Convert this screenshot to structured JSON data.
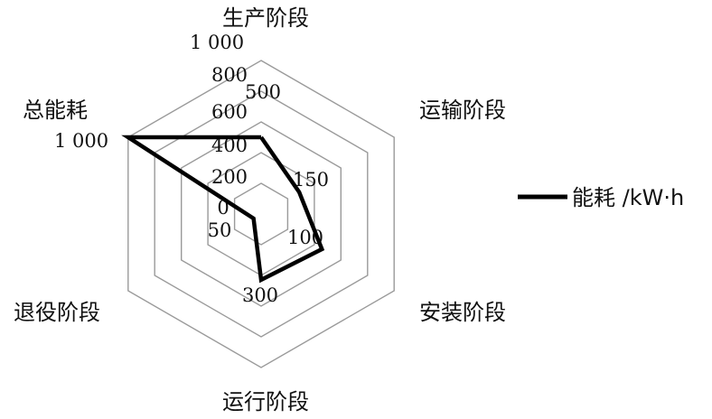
{
  "chart_data": {
    "type": "radar",
    "axes": [
      "生产阶段",
      "运输阶段",
      "安装阶段",
      "运行阶段",
      "退役阶段",
      "总能耗"
    ],
    "series": [
      {
        "name": "能耗 /kW·h",
        "values": [
          500,
          50,
          80,
          300,
          10,
          1000
        ]
      }
    ],
    "axis_ranges": [
      [
        0,
        1000
      ],
      [
        0,
        175
      ],
      [
        0,
        175
      ],
      [
        0,
        700
      ],
      [
        0,
        175
      ],
      [
        0,
        1000
      ]
    ],
    "grid_rings": 5,
    "tick_labels": [
      {
        "axis": "生产阶段",
        "labels": [
          "0",
          "200",
          "400",
          "600",
          "800",
          "1 000"
        ]
      },
      {
        "axis": "生产阶段",
        "labels": [
          "500"
        ]
      },
      {
        "axis": "运输阶段",
        "labels": [
          "150"
        ]
      },
      {
        "axis": "安装阶段",
        "labels": [
          "100"
        ]
      },
      {
        "axis": "运行阶段",
        "labels": [
          "300"
        ]
      },
      {
        "axis": "退役阶段",
        "labels": [
          "50"
        ]
      },
      {
        "axis": "总能耗",
        "labels": [
          "1 000"
        ]
      }
    ],
    "legend_position": "right",
    "grid": true,
    "line_color": "#000000",
    "grid_color": "#9a9a9a"
  }
}
